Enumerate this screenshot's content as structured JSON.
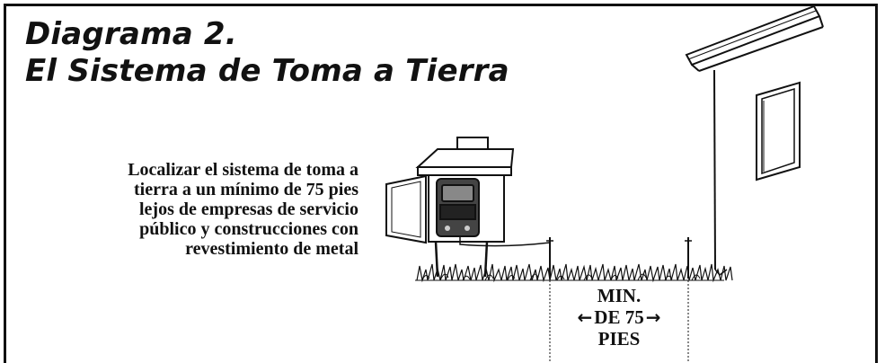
{
  "title": {
    "line1": "Diagrama 2.",
    "line2": "El Sistema de Toma a Tierra"
  },
  "note": {
    "lines": [
      "Localizar el sistema de toma a",
      "tierra a un mínimo de 75 pies",
      "lejos de empresas de servicio",
      "público y construcciones con",
      "revestimiento de metal"
    ]
  },
  "distance": {
    "line1": "MIN.",
    "line2": "DE 75",
    "line3": "PIES",
    "arrow_left": "←",
    "arrow_right": "→"
  },
  "icons": [
    "fence-controller-icon",
    "house-icon",
    "ground-rod-icon",
    "grass-icon"
  ],
  "colors": {
    "ink": "#111111",
    "background": "#ffffff",
    "panel": "#444444"
  }
}
